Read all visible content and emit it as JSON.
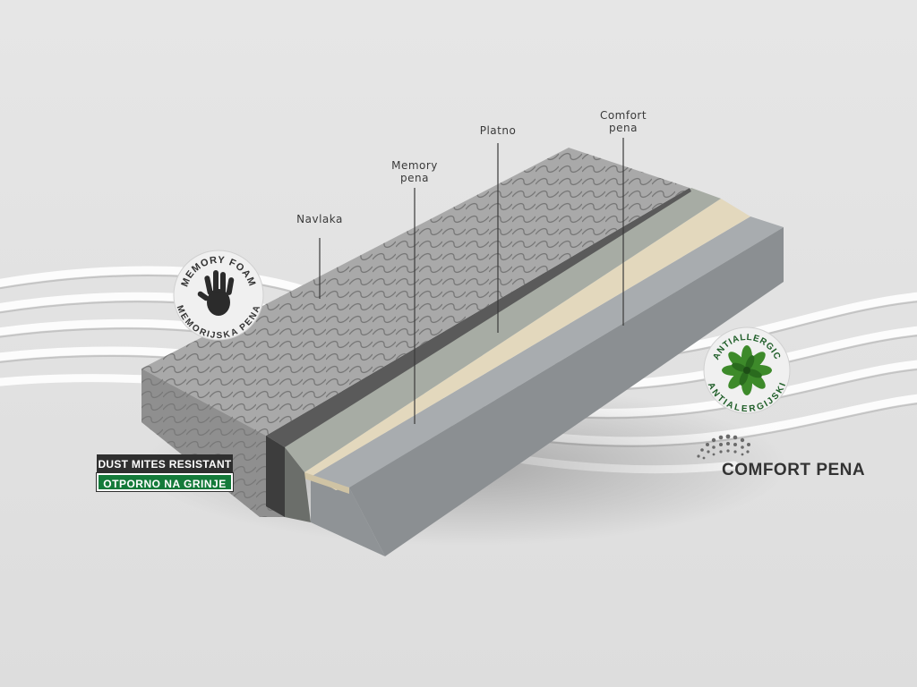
{
  "callouts": {
    "navlaka": "Navlaka",
    "memory_line1": "Memory",
    "memory_line2": "pena",
    "platno": "Platno",
    "comfort_line1": "Comfort",
    "comfort_line2": "pena"
  },
  "badges": {
    "memory_foam_top": "MEMORY FOAM",
    "memory_foam_bottom": "MEMORIJSKA PENA",
    "dust_mites_en": "DUST MITES RESISTANT",
    "dust_mites_sr": "OTPORNO NA GRINJE",
    "antiallergic_top": "ANTIALLERGIC",
    "antiallergic_bottom": "ANTIALERGIJSKI",
    "comfort_pena": "COMFORT PENA"
  },
  "colors": {
    "background": "#e4e4e4",
    "cover_top": "#a9a9a9",
    "cover_front": "#8f8f8f",
    "comfort_foam": "#9ea2a5",
    "memory_foam": "#e3d8bd",
    "platno": "#a7aca4",
    "green_badge": "#147a3a",
    "leaf_green": "#3d8a2a",
    "wave_lines": "#ffffff"
  }
}
